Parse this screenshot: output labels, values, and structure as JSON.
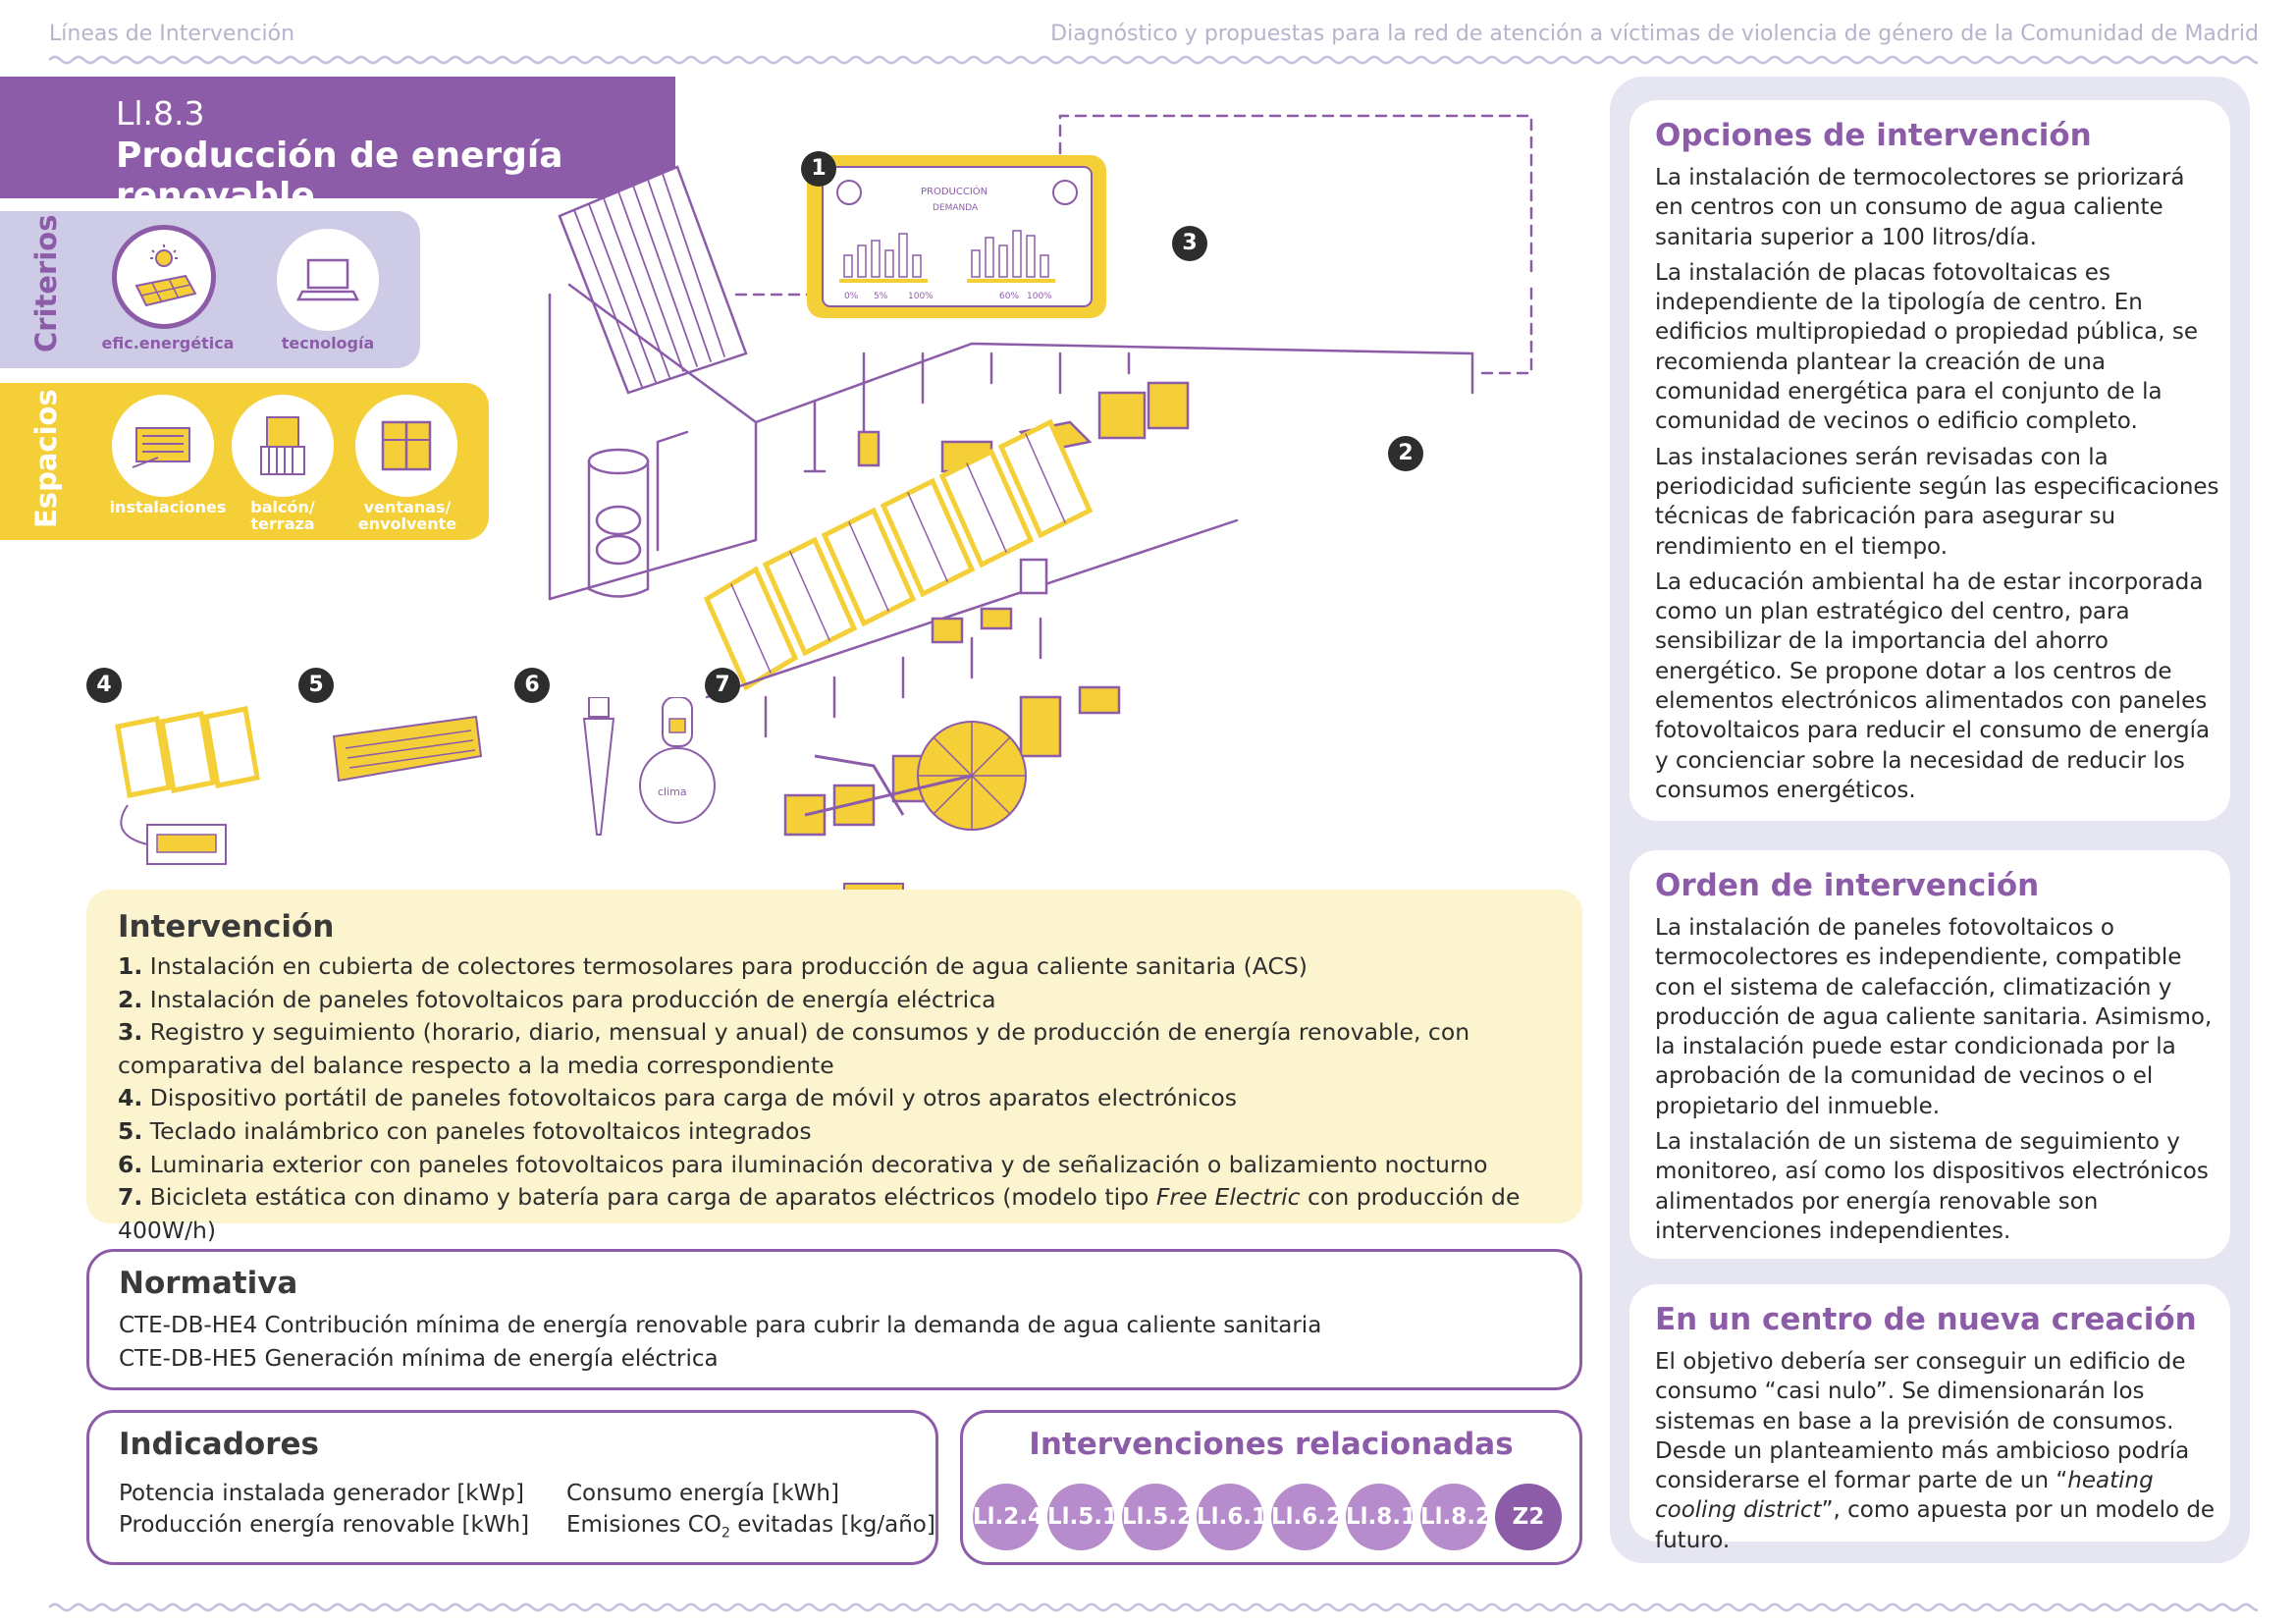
{
  "header": {
    "left": "Líneas de Intervención",
    "right": "Diagnóstico y propuestas para la red de atención a víctimas de violencia de género de la Comunidad de Madrid"
  },
  "title": {
    "code": "Ll.8.3",
    "name": "Producción de energía renovable"
  },
  "criterios": {
    "label": "Criterios",
    "items": [
      {
        "label": "efic.energética",
        "icon": "solar-panel-sun-icon",
        "selected": true
      },
      {
        "label": "tecnología",
        "icon": "laptop-icon",
        "selected": false
      }
    ]
  },
  "espacios": {
    "label": "Espacios",
    "items": [
      {
        "label": "instalaciones",
        "icon": "installations-icon"
      },
      {
        "label": "balcón/ terraza",
        "icon": "balcony-icon"
      },
      {
        "label": "ventanas/ envolvente",
        "icon": "window-icon"
      }
    ]
  },
  "illustration": {
    "markers": [
      "1",
      "2",
      "3",
      "4",
      "5",
      "6",
      "7"
    ],
    "screen": {
      "title": "PRODUCCIÓN",
      "subtitle": "DEMANDA",
      "ticks_left": [
        "0%",
        "5%",
        "100%"
      ],
      "ticks_right": [
        "60%",
        "100%"
      ]
    },
    "lamp_text": "clima"
  },
  "intervencion": {
    "title": "Intervención",
    "items": [
      {
        "n": "1.",
        "pre": "Instalación en cubierta de colectores termosolares para producción de agua caliente sanitaria (ACS)",
        "em": "",
        "post": ""
      },
      {
        "n": "2.",
        "pre": "Instalación de paneles fotovoltaicos para producción de energía eléctrica",
        "em": "",
        "post": ""
      },
      {
        "n": "3.",
        "pre": "Registro y seguimiento (horario, diario, mensual y anual) de consumos y de producción de energía renovable, con comparativa del balance respecto a la media correspondiente",
        "em": "",
        "post": ""
      },
      {
        "n": "4.",
        "pre": "Dispositivo portátil de paneles fotovoltaicos para carga de móvil y otros aparatos electrónicos",
        "em": "",
        "post": ""
      },
      {
        "n": "5.",
        "pre": "Teclado inalámbrico con paneles fotovoltaicos integrados",
        "em": "",
        "post": ""
      },
      {
        "n": "6.",
        "pre": "Luminaria exterior con paneles fotovoltaicos para iluminación decorativa y de señalización o balizamiento nocturno",
        "em": "",
        "post": ""
      },
      {
        "n": "7.",
        "pre": "Bicicleta estática con dinamo y batería para carga de aparatos eléctricos (modelo tipo ",
        "em": "Free Electric",
        "post": " con producción de 400W/h)"
      }
    ]
  },
  "normativa": {
    "title": "Normativa",
    "lines": [
      "CTE-DB-HE4 Contribución mínima de energía renovable para cubrir la demanda de agua caliente sanitaria",
      "CTE-DB-HE5 Generación mínima de energía eléctrica"
    ]
  },
  "indicadores": {
    "title": "Indicadores",
    "col1": [
      "Potencia instalada generador [kWp]",
      "Producción energía renovable [kWh]"
    ],
    "col2a": "Consumo energía [kWh]",
    "col2b_pre": "Emisiones CO",
    "col2b_sub": "2",
    "col2b_post": " evitadas [kg/año]"
  },
  "relacionadas": {
    "title": "Intervenciones relacionadas",
    "items": [
      "Ll.2.4",
      "Ll.5.1",
      "Ll.5.2",
      "Ll.6.1",
      "Ll.6.2",
      "Ll.8.1",
      "Ll.8.2",
      "Z2"
    ]
  },
  "opciones": {
    "title": "Opciones de intervención",
    "paragraphs": [
      "La instalación de termocolectores se priorizará en centros con un consumo de agua caliente sanitaria superior a 100 litros/día.",
      "La instalación de placas fotovoltaicas es independiente de la tipología de centro. En edificios multipropiedad o propiedad pública, se recomienda plantear la creación de una comunidad energética para el conjunto de la comunidad de vecinos o edificio completo.",
      "Las instalaciones serán revisadas con la periodicidad suficiente según las especificaciones técnicas de fabricación para asegurar su rendimiento en el tiempo.",
      "La educación ambiental ha de estar incorporada como un plan estratégico del centro, para sensibilizar de la importancia del ahorro energético. Se propone dotar a los centros de elementos electrónicos alimentados con paneles fotovoltaicos para reducir el consumo de energía y concienciar sobre la necesidad de reducir los consumos energéticos."
    ]
  },
  "orden": {
    "title": "Orden de intervención",
    "paragraphs": [
      "La instalación de paneles fotovoltaicos o termocolectores es independiente, compatible con el sistema de calefacción, climatización y producción de agua caliente sanitaria. Asimismo, la instalación puede estar condicionada por la aprobación de la comunidad de vecinos o el propietario del inmueble.",
      "La instalación de un sistema de seguimiento y monitoreo, así como los dispositivos electrónicos alimentados por energía renovable son intervenciones independientes."
    ]
  },
  "nueva": {
    "title": "En un centro de nueva creación",
    "pre": "El objetivo debería ser conseguir un edificio de consumo “casi nulo”. Se dimensionarán los sistemas en base a la previsión de consumos. Desde un planteamiento más ambicioso podría considerarse el formar parte de un “",
    "em": "heating cooling district",
    "post": "”, como apuesta por un modelo de futuro."
  },
  "colors": {
    "purple": "#8d5ca8",
    "lavender": "#cdcbe6",
    "yellow": "#f4cf38",
    "cream": "#fbf4cf",
    "panel": "#e6e5f2",
    "badge": "#b68ccc"
  }
}
